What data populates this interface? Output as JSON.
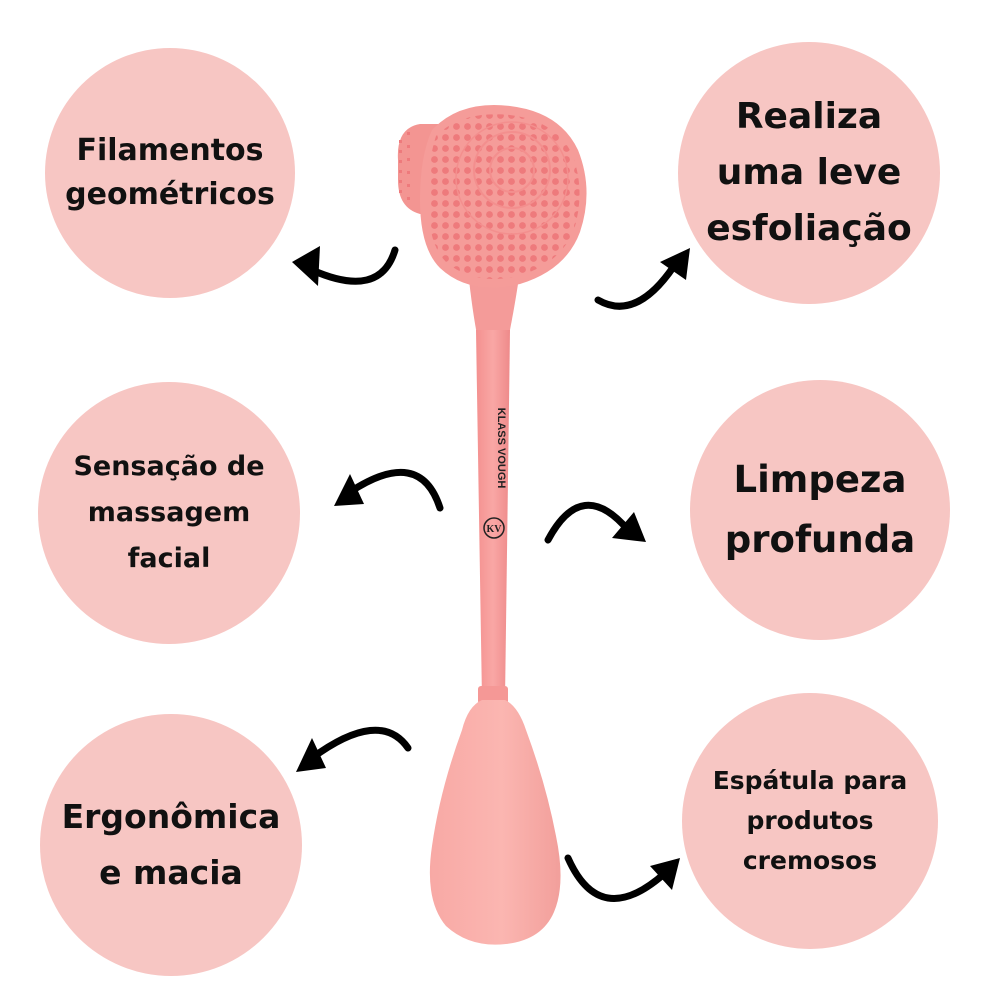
{
  "colors": {
    "bubble_fill": "#f7c6c3",
    "product_pink": "#f59a98",
    "product_light_pink": "#f9a5a1",
    "bristle_pink": "#f07f80",
    "arrow_color": "#000000"
  },
  "features": [
    {
      "label": "Filamentos\ngeométricos"
    },
    {
      "label": "Realiza\numa leve\nesfoliação"
    },
    {
      "label": "Sensação de\nmassagem\nfacial"
    },
    {
      "label": "Limpeza\nprofunda"
    },
    {
      "label": "Ergonômica\ne macia"
    },
    {
      "label": "Espátula para\nprodutos\ncremosos"
    }
  ],
  "product": {
    "brand": "KLASS VOUGH",
    "logo_monogram": "KV"
  }
}
